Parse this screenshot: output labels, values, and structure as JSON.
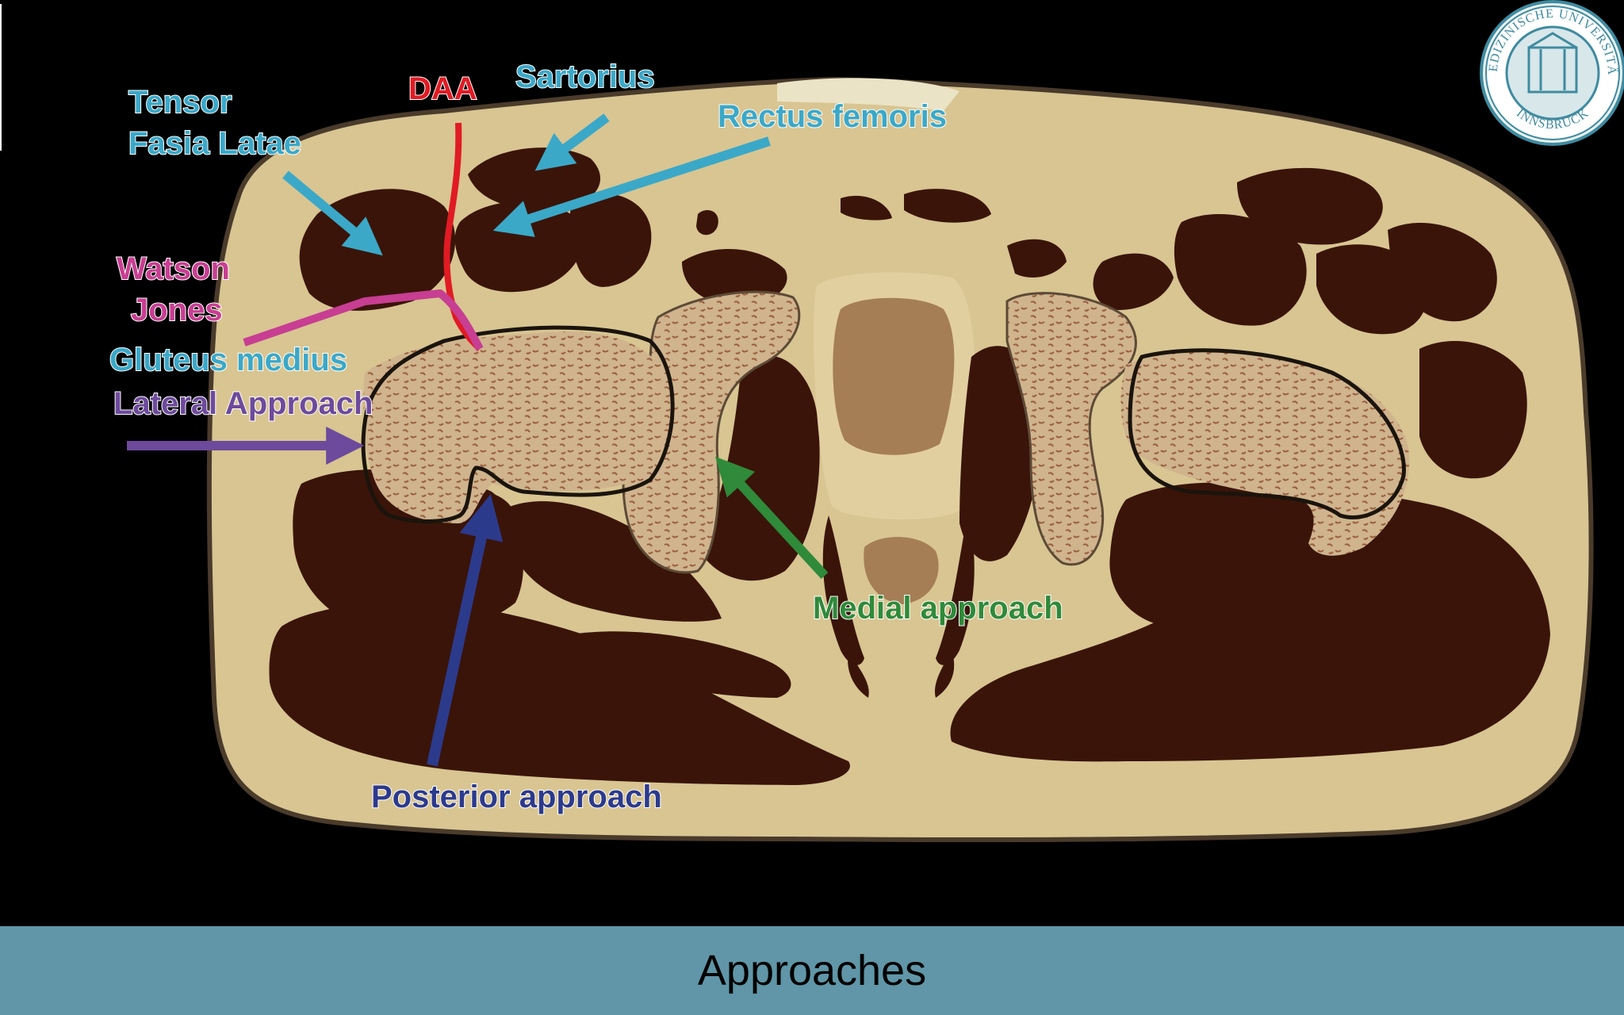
{
  "caption": "Approaches",
  "labels": {
    "tensor": "Tensor",
    "fasia": "Fasia Latae",
    "daa": "DAA",
    "sartorius": "Sartorius",
    "rectus": "Rectus femoris",
    "watson": "Watson",
    "jones": "Jones",
    "gluteus": "Gluteus medius",
    "lateral": "Lateral Approach",
    "medial": "Medial approach",
    "posterior": "Posterior approach"
  },
  "seal": {
    "top_text": "MEDIZINISCHE UNIVERSITÄT",
    "bottom_text": "INNSBRUCK"
  },
  "colors": {
    "background": "#000000",
    "skin": "#d8c592",
    "muscle": "#3a1409",
    "bone": "#cfb48e",
    "cyan_label": "#3ba8c8",
    "daa_red": "#e01b24",
    "watson_pink": "#c83e92",
    "lateral_purple": "#6d4a9c",
    "medial_green": "#2f8a3a",
    "posterior_blue": "#2c3a8c",
    "caption_bar": "#6096a7"
  }
}
